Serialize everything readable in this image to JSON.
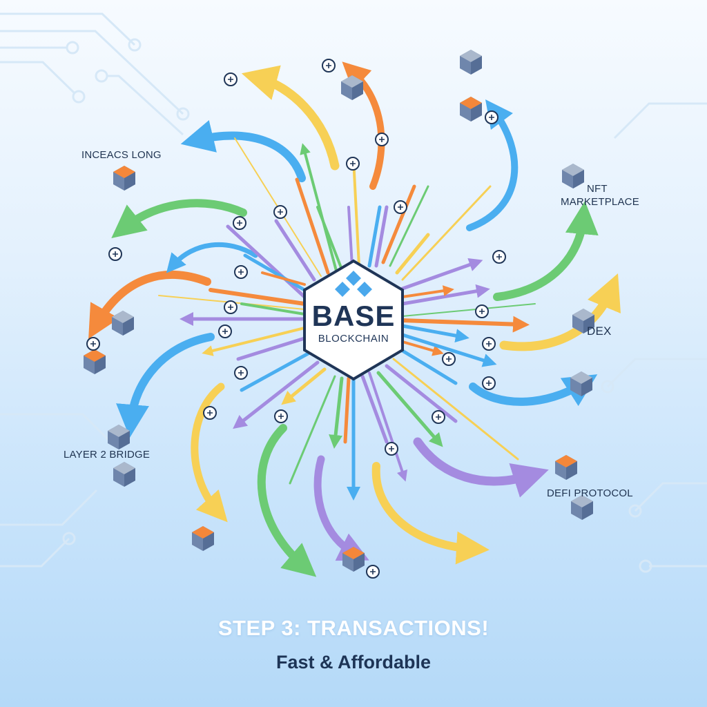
{
  "hub": {
    "title": "BASE",
    "subtitle": "BLOCKCHAIN",
    "logo": "base-diamond-logo"
  },
  "nodes": [
    {
      "id": "inceacs-long",
      "label": "INCEACS LONG"
    },
    {
      "id": "nft-marketplace",
      "label_line1": "NFT",
      "label_line2": "MARKETPLACE"
    },
    {
      "id": "dex",
      "label": "DEX"
    },
    {
      "id": "layer2-bridge",
      "label": "LAYER 2 BRIDGE"
    },
    {
      "id": "defi-protocol",
      "label": "DEFI PROTOCOL"
    }
  ],
  "footer": {
    "title": "STEP 3: TRANSACTIONS!",
    "subtitle": "Fast & Affordable"
  },
  "colors": {
    "blue": "#4aaef0",
    "orange": "#f58a3c",
    "yellow": "#f7d055",
    "green": "#6ccb74",
    "purple": "#a48be0",
    "navy": "#1f3557",
    "cube_side": "#6f86ac",
    "cube_top": "#aab8cc",
    "cube_accent": "#f4873a",
    "logo_blue": "#4aa8ec"
  },
  "icons": [
    "transaction-badge-icon",
    "wallet-icon",
    "dollar-coin-icon",
    "info-icon",
    "swap-icon",
    "filter-icon",
    "camera-icon",
    "minus-icon",
    "eth-diamond-icon",
    "user-icon",
    "lock-icon",
    "people-icon",
    "chain-icon"
  ]
}
